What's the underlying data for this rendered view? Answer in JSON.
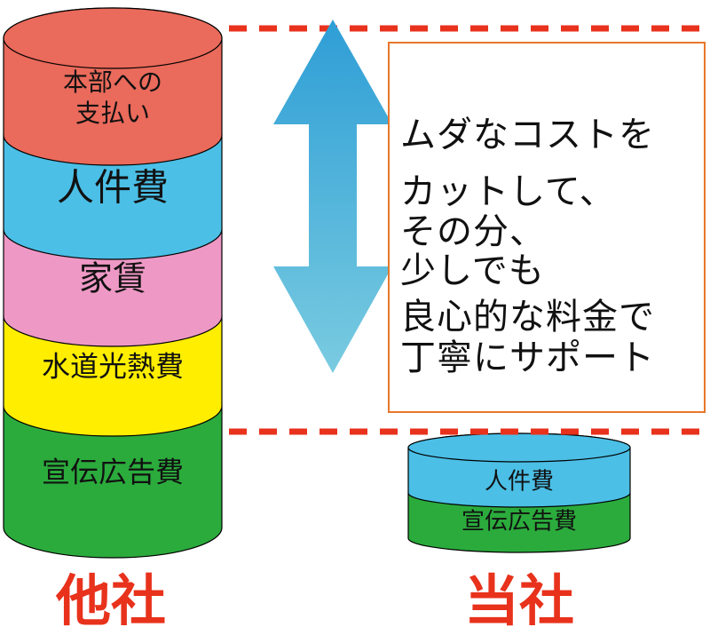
{
  "colors": {
    "hq": "#ea6a5b",
    "labor": "#4bbfe6",
    "rent": "#ee98c5",
    "utility": "#ffee00",
    "ads": "#2bab3c",
    "dashed_line": "#e8321c",
    "arrow_top": "#2e9ed6",
    "arrow_bottom": "#79cbe0",
    "box_border": "#e8772a",
    "company_label": "#e8321c"
  },
  "others": {
    "name": "他社",
    "segments": [
      {
        "label": "本部への\n支払い",
        "color_key": "hq"
      },
      {
        "label": "人件費",
        "color_key": "labor"
      },
      {
        "label": "家賃",
        "color_key": "rent"
      },
      {
        "label": "水道光熱費",
        "color_key": "utility"
      },
      {
        "label": "宣伝広告費",
        "color_key": "ads"
      }
    ]
  },
  "ours": {
    "name": "当社",
    "segments": [
      {
        "label": "人件費",
        "color_key": "labor"
      },
      {
        "label": "宣伝広告費",
        "color_key": "ads"
      }
    ]
  },
  "message": {
    "lines": [
      "ムダなコストを",
      "カットして、",
      "その分、",
      "少しでも",
      "良心的な料金で",
      "丁寧にサポート"
    ]
  },
  "arrow_icon": "double-headed-vertical-arrow"
}
